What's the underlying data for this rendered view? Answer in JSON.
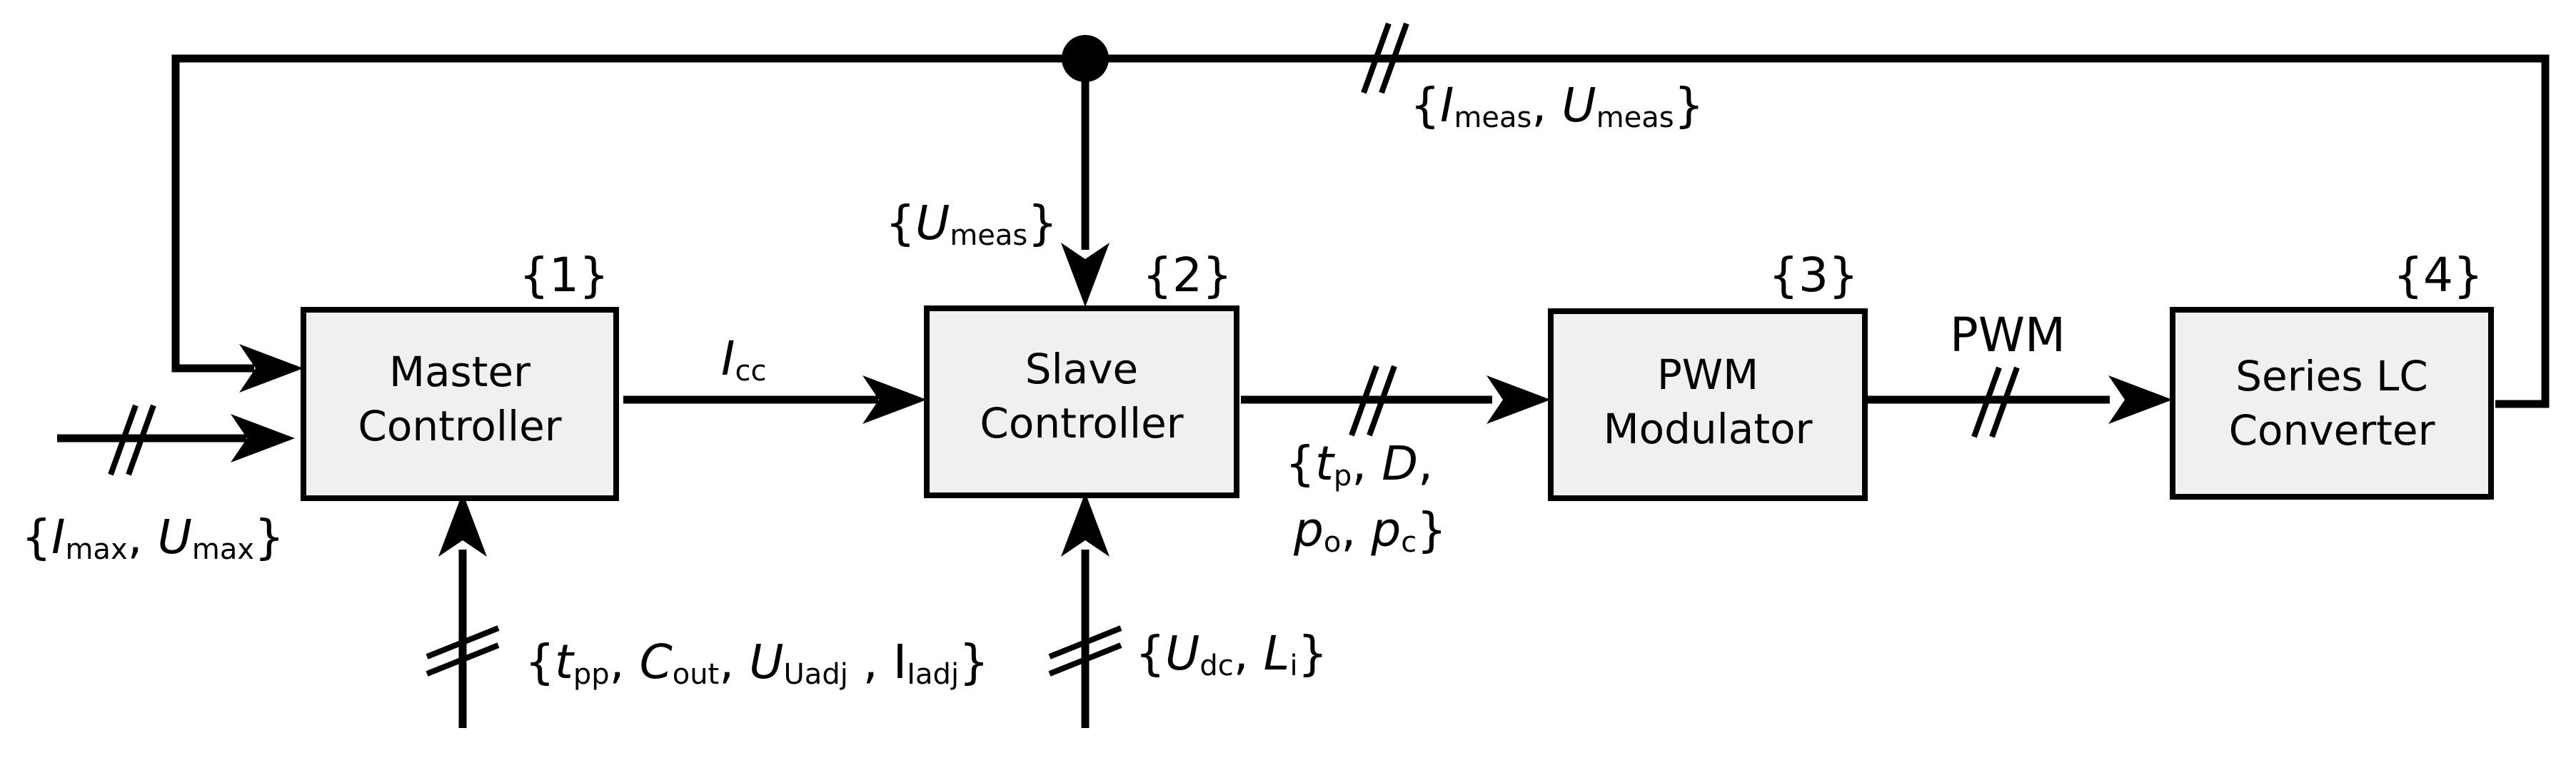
{
  "blocks": [
    {
      "id": "master",
      "number": "{1}",
      "lines": [
        "Master",
        "Controller"
      ]
    },
    {
      "id": "slave",
      "number": "{2}",
      "lines": [
        "Slave",
        "Controller"
      ]
    },
    {
      "id": "pwm",
      "number": "{3}",
      "lines": [
        "PWM",
        "Modulator"
      ]
    },
    {
      "id": "converter",
      "number": "{4}",
      "lines": [
        "Series LC",
        "Converter"
      ]
    }
  ],
  "signals": {
    "feedback": {
      "open": "{",
      "var1": "I",
      "sub1": "meas",
      "sep": ", ",
      "var2": "U",
      "sub2": "meas",
      "close": "}"
    },
    "slave_feedback": {
      "open": "{",
      "var1": "U",
      "sub1": "meas",
      "close": "}"
    },
    "master_limits": {
      "open": "{",
      "var1": "I",
      "sub1": "max",
      "sep": ", ",
      "var2": "U",
      "sub2": "max",
      "close": "}"
    },
    "master_params": {
      "open": "{",
      "var1": "t",
      "sub1": "pp",
      "sep1": ", ",
      "var2": "C",
      "sub2": "out",
      "sep2": ", ",
      "var3": "U",
      "sub3": "Uadj",
      "sep3": " , ",
      "var4": "I",
      "sub4": "Iadj",
      "close": "}"
    },
    "slave_params": {
      "open": "{",
      "var1": "U",
      "sub1": "dc",
      "sep": ", ",
      "var2": "L",
      "sub2": "i",
      "close": "}"
    },
    "current_command": {
      "var": "I",
      "sub": "cc"
    },
    "slave_output_line1": {
      "open": "{",
      "var1": "t",
      "sub1": "p",
      "sep": ", ",
      "var2": "D",
      "end": ","
    },
    "slave_output_line2": {
      "var1": "p",
      "sub1": "o",
      "sep": ", ",
      "var2": "p",
      "sub2": "c",
      "close": "}"
    },
    "pwm_signal": "PWM"
  },
  "colors": {
    "block_fill": "#f0f0f0",
    "line": "#000000"
  }
}
